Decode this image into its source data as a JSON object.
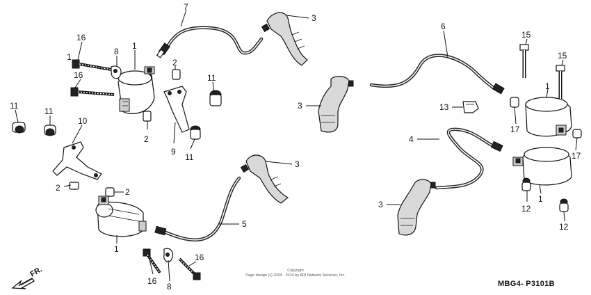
{
  "callouts": {
    "c1": "1",
    "c2": "1",
    "c3": "1",
    "c4": "1",
    "c5": "1",
    "c6": "2",
    "c7": "2",
    "c8": "2",
    "c9": "2",
    "c10": "3",
    "c11": "3",
    "c12": "3",
    "c13": "3",
    "c14": "4",
    "c15": "5",
    "c16": "6",
    "c17": "7",
    "c18": "8",
    "c19": "8",
    "c20": "9",
    "c21": "10",
    "c22": "11",
    "c23": "11",
    "c24": "11",
    "c25": "11",
    "c26": "12",
    "c27": "12",
    "c28": "13",
    "c29": "15",
    "c30": "15",
    "c31": "16",
    "c32": "16",
    "c33": "16",
    "c34": "16",
    "c35": "17",
    "c36": "17"
  },
  "copyright": {
    "line1": "Copyright",
    "line2": "Page design (c) 2004 - 2014 by ARI Network Services, Inc."
  },
  "direction_label": "FR.",
  "diagram_code": "MBG4- P3101B"
}
